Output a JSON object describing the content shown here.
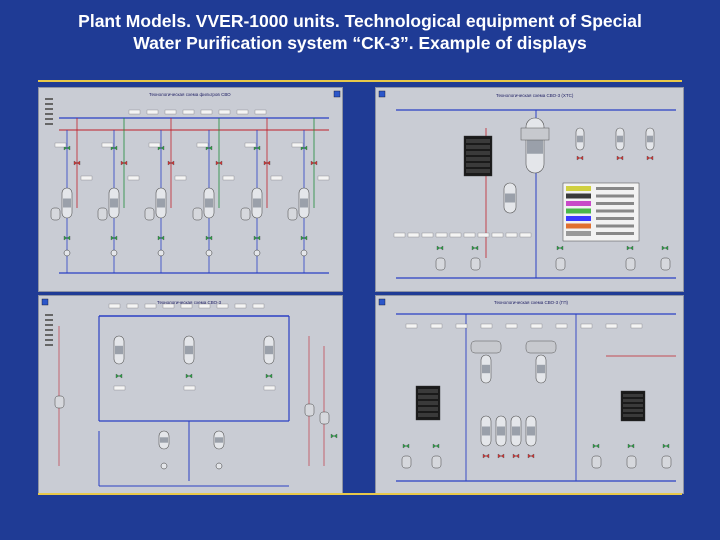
{
  "slide": {
    "title_line1": "Plant Models. VVER-1000 units. Technological equipment of Special",
    "title_line2": "Water Purification system “СК-3”. Example of displays"
  },
  "panels": [
    {
      "id": "top-left",
      "caption": "Технологическая схема фильтров СВО"
    },
    {
      "id": "top-right",
      "caption": "Технологическая схема СВО-3 (ХТС)"
    },
    {
      "id": "bottom-left",
      "caption": "Технологическая схема СВО-3"
    },
    {
      "id": "bottom-right",
      "caption": "Технологическая схема СВО-3 (ГП)"
    }
  ],
  "colors": {
    "background": "#1f3b95",
    "rule": "#e8c84a",
    "panel": "#c9ccd4",
    "pipe_blue": "#2a3fc4",
    "pipe_red": "#c0202a",
    "pipe_green": "#1f8a3a"
  }
}
